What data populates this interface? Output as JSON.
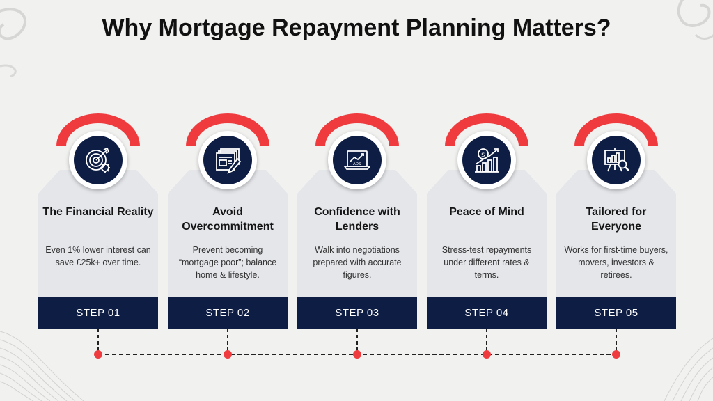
{
  "title": "Why Mortgage Repayment Planning Matters?",
  "colors": {
    "navy": "#0d1d44",
    "accent_red": "#ef3b3e",
    "card_bg": "#e4e6ea",
    "page_bg": "#f1f1ef"
  },
  "steps": [
    {
      "title": "The Financial Reality",
      "description": "Even 1% lower interest can save £25k+ over time.",
      "step_label": "STEP 01",
      "icon": "target-gear-icon"
    },
    {
      "title": "Avoid Overcommitment",
      "description": "Prevent becoming “mortgage poor”; balance home & lifestyle.",
      "step_label": "STEP 02",
      "icon": "document-pen-icon"
    },
    {
      "title": "Confidence with Lenders",
      "description": "Walk into negotiations prepared with accurate figures.",
      "step_label": "STEP 03",
      "icon": "laptop-ads-chart-icon"
    },
    {
      "title": "Peace of Mind",
      "description": "Stress-test repayments under different rates & terms.",
      "step_label": "STEP 04",
      "icon": "coin-growth-chart-icon"
    },
    {
      "title": "Tailored for Everyone",
      "description": "Works for first-time buyers, movers, investors & retirees.",
      "step_label": "STEP 05",
      "icon": "presentation-magnifier-icon"
    }
  ]
}
